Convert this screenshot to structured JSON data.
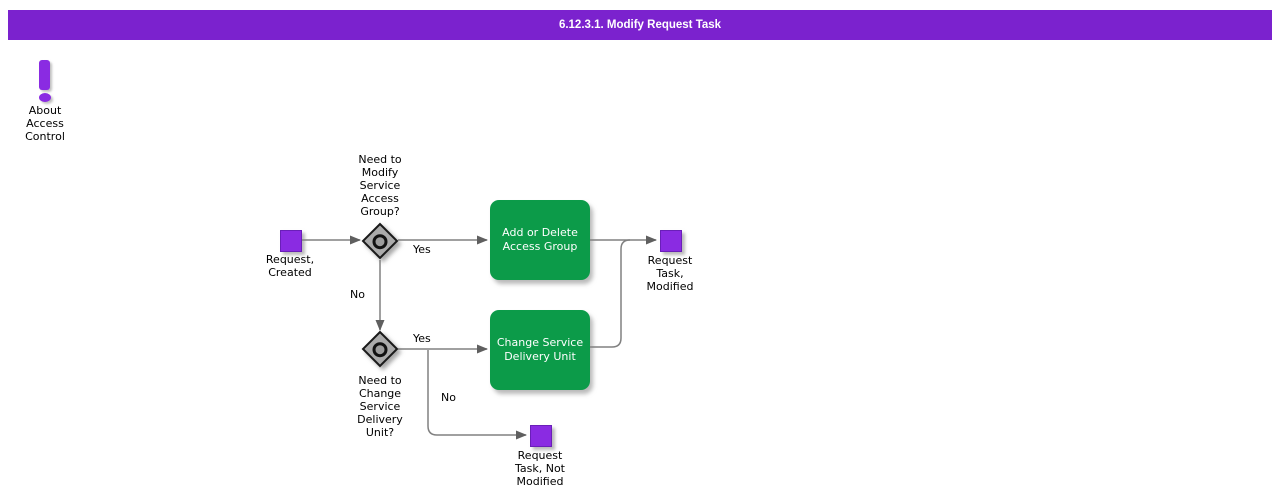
{
  "header": {
    "title": "6.12.3.1. Modify Request Task"
  },
  "about_link": {
    "label": "About\nAccess\nControl",
    "icon": "exclamation-icon"
  },
  "flow": {
    "start_event": {
      "label": "Request,\nCreated"
    },
    "decision1": {
      "question": "Need to\nModify\nService\nAccess\nGroup?",
      "yes_label": "Yes",
      "no_label": "No"
    },
    "task1": {
      "label": "Add or Delete\nAccess Group"
    },
    "end_event_modified": {
      "label": "Request\nTask,\nModified"
    },
    "decision2": {
      "question": "Need to\nChange\nService\nDelivery\nUnit?",
      "yes_label": "Yes",
      "no_label": "No"
    },
    "task2": {
      "label": "Change Service\nDelivery Unit"
    },
    "end_event_not_modified": {
      "label": "Request\nTask, Not\nModified"
    }
  },
  "colors": {
    "header_purple": "#7B22CE",
    "node_purple": "#8A2BE2",
    "node_green": "#0C9B49",
    "line_gray": "#808080"
  }
}
